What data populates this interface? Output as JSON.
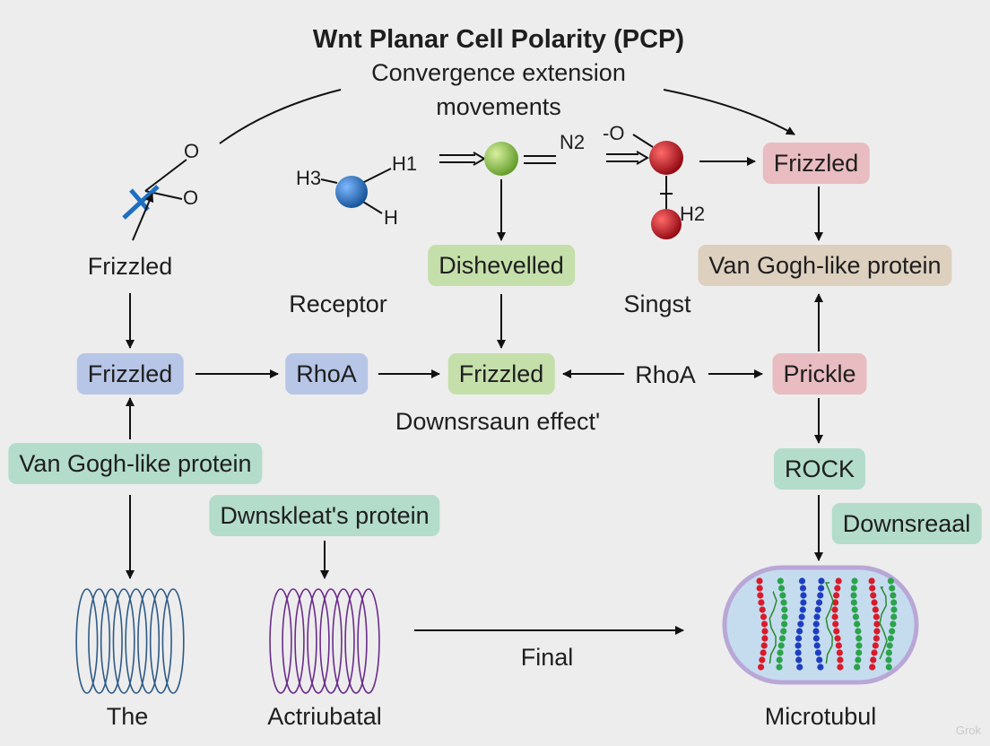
{
  "header": {
    "title": "Wnt Planar Cell Polarity (PCP)",
    "subtitle_line1": "Convergence extension",
    "subtitle_line2": "movements"
  },
  "chem": {
    "o_top": "O",
    "o_bottom": "O",
    "h3": "H3",
    "h1": "H1",
    "h": "H",
    "n2": "N2",
    "neg_o": "-O",
    "h2": "H2"
  },
  "labels": {
    "frizzled_left": "Frizzled",
    "receptor": "Receptor",
    "singst": "Singst",
    "rhoa_middle": "RhoA",
    "downstream_effect": "Downsrsaun effect'",
    "final": "Final",
    "the": "The",
    "actriubatal": "Actriubatal",
    "microtubul": "Microtubul"
  },
  "nodes": {
    "frizzled_top_right": "Frizzled",
    "dishevelled": "Dishevelled",
    "van_gogh_right": "Van Gogh-like protein",
    "frizzled_blue": "Frizzled",
    "rhoa_blue": "RhoA",
    "frizzled_green": "Frizzled",
    "prickle": "Prickle",
    "van_gogh_left": "Van Gogh-like protein",
    "dwnskleat": "Dwnskleat's protein",
    "rock": "ROCK",
    "downsreaal": "Downsreaal"
  },
  "watermark": "Grok",
  "colors": {
    "blue_box": "#b7c6e6",
    "green_box": "#c5dfab",
    "pink_box": "#e8bcc0",
    "tan_box": "#ddd0bf",
    "teal_box": "#b3dccb",
    "membrane_blue": "#2e5a86",
    "membrane_purple": "#6a2c8a",
    "atom_blue": "#1f6fc0",
    "atom_green": "#8cc63f",
    "atom_red": "#c0101a"
  }
}
